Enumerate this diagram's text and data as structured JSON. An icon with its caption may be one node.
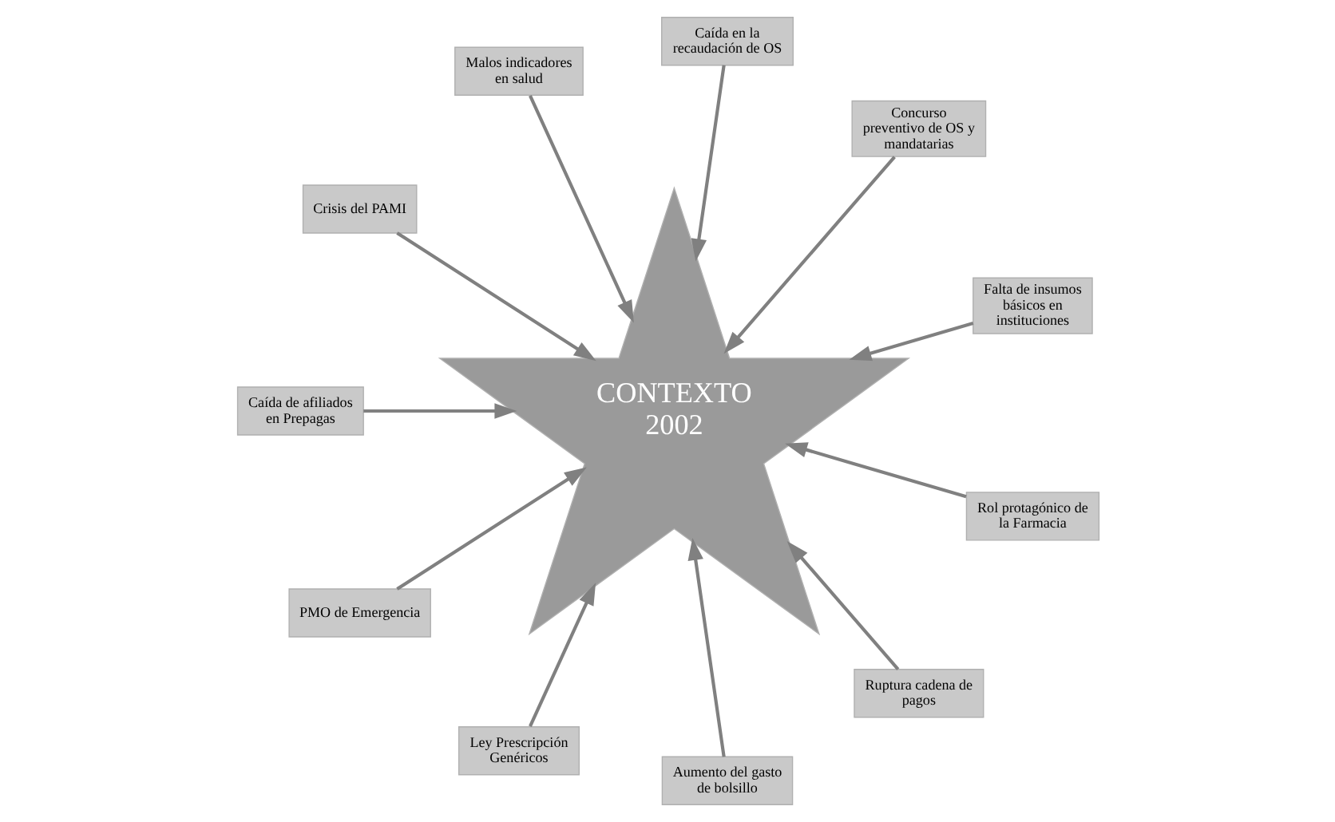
{
  "diagram": {
    "nodes": [
      {
        "text": [
          "CONTEXTO 2002"
        ]
      },
      {
        "text": [
          "Falta de insumos básicos en instituciones"
        ]
      },
      {
        "text": [
          "Concurso preventivo de OS y mandatarias"
        ]
      },
      {
        "text": [
          "Caída en la recaudación de OS"
        ]
      },
      {
        "text": [
          "Malos indicadores en salud"
        ]
      },
      {
        "text": [
          "Crisis del PAMI"
        ]
      },
      {
        "text": [
          "Caída de afiliados en Prepagas"
        ]
      },
      {
        "text": [
          "PMO de Emergencia"
        ]
      },
      {
        "text": [
          "Ley Prescripción Genéricos"
        ]
      },
      {
        "text": [
          "Aumento del gasto de bolsillo"
        ]
      },
      {
        "text": [
          "Ruptura cadena de pagos"
        ]
      },
      {
        "text": [
          "Rol protagónico de la Farmacia"
        ]
      }
    ],
    "edges": [
      {
        "from": 1,
        "to": 0,
        "arrow": "to"
      },
      {
        "from": 2,
        "to": 0,
        "arrow": "to"
      },
      {
        "from": 3,
        "to": 0,
        "arrow": "to"
      },
      {
        "from": 4,
        "to": 0,
        "arrow": "to"
      },
      {
        "from": 5,
        "to": 0,
        "arrow": "to"
      },
      {
        "from": 6,
        "to": 0,
        "arrow": "to"
      },
      {
        "from": 7,
        "to": 0,
        "arrow": "to"
      },
      {
        "from": 8,
        "to": 0,
        "arrow": "to"
      },
      {
        "from": 9,
        "to": 0,
        "arrow": "to"
      },
      {
        "from": 10,
        "to": 0,
        "arrow": "to"
      },
      {
        "from": 11,
        "to": 0,
        "arrow": "to"
      }
    ]
  }
}
